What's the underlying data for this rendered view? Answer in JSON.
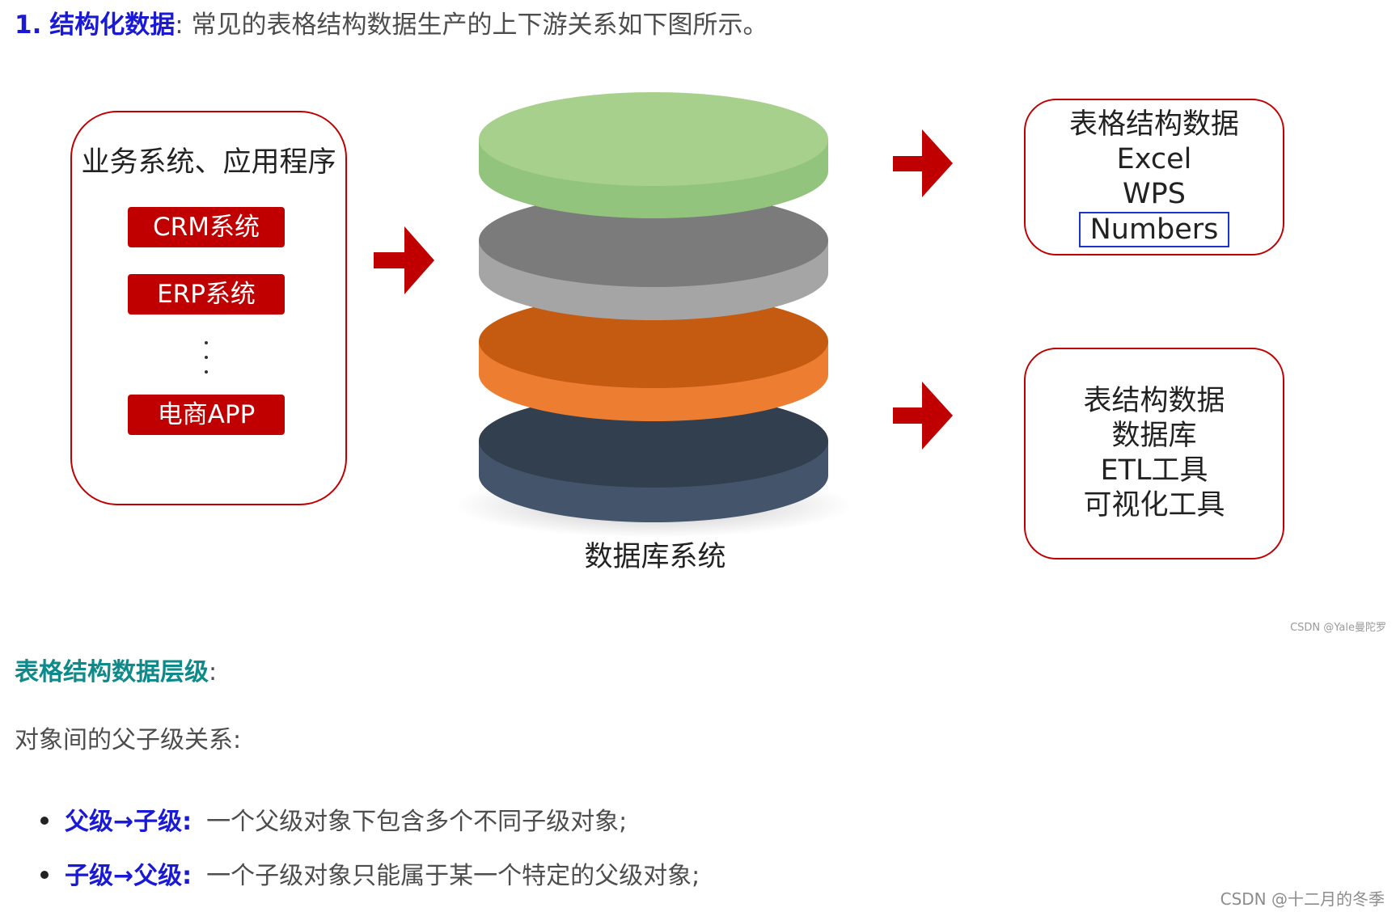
{
  "intro": {
    "number": "1.",
    "keyword": "结构化数据",
    "colon": ":",
    "text": "常见的表格结构数据生产的上下游关系如下图所示。"
  },
  "diagram": {
    "left_box": {
      "title": "业务系统、应用程序",
      "items": [
        "CRM系统",
        "ERP系统",
        "电商APP"
      ]
    },
    "db_label": "数据库系统",
    "db_layers": [
      {
        "top_color": "#a8d08d",
        "side_color": "#93c47d"
      },
      {
        "top_color": "#7b7b7b",
        "side_color": "#a5a5a5"
      },
      {
        "top_color": "#c55a11",
        "side_color": "#ed7d31"
      },
      {
        "top_color": "#323f4f",
        "side_color": "#44546a"
      }
    ],
    "right_top": {
      "lines": [
        "表格结构数据",
        "Excel",
        "WPS"
      ],
      "boxed": "Numbers"
    },
    "right_bottom": {
      "lines": [
        "表结构数据",
        "数据库",
        "ETL工具",
        "可视化工具"
      ]
    },
    "accent_color": "#c00000",
    "watermark": "CSDN @Yale曼陀罗"
  },
  "section": {
    "heading": "表格结构数据层级",
    "heading_colon": ":",
    "paragraph": "对象间的父子级关系:",
    "bullets": [
      {
        "keyword": "父级→子级:",
        "text": "一个父级对象下包含多个不同子级对象;"
      },
      {
        "keyword": "子级→父级:",
        "text": "一个子级对象只能属于某一个特定的父级对象;"
      }
    ]
  },
  "footer_watermark": "CSDN @十二月的冬季"
}
